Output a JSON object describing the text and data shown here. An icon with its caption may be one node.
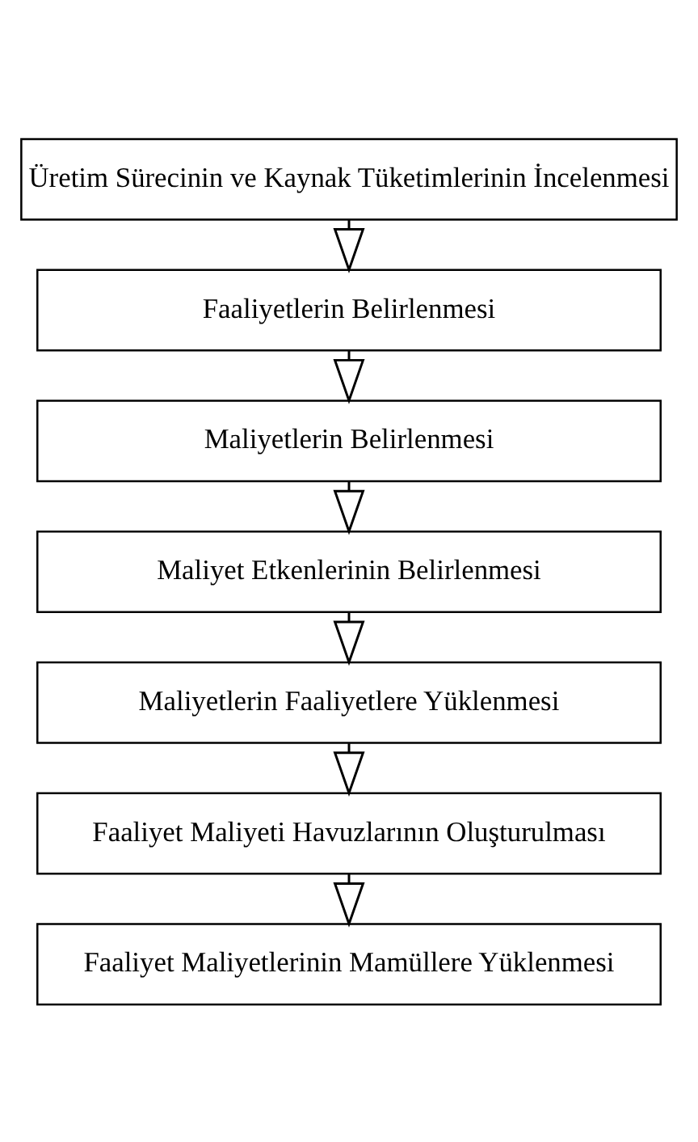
{
  "diagram": {
    "nodes": [
      {
        "text": [
          "Üretim Sürecinin ve Kaynak Tüketimlerinin İncelenmesi"
        ]
      },
      {
        "text": [
          "Faaliyetlerin Belirlenmesi"
        ]
      },
      {
        "text": [
          "Maliyetlerin Belirlenmesi"
        ]
      },
      {
        "text": [
          "Maliyet Etkenlerinin Belirlenmesi"
        ]
      },
      {
        "text": [
          "Maliyetlerin Faaliyetlere Yüklenmesi"
        ]
      },
      {
        "text": [
          "Faaliyet Maliyeti Havuzlarının Oluşturulması"
        ]
      },
      {
        "text": [
          "Faaliyet Maliyetlerinin Mamüllere Yüklenmesi"
        ]
      }
    ],
    "edges": [
      {
        "from": 0,
        "to": 1,
        "arrow": "to"
      },
      {
        "from": 1,
        "to": 2,
        "arrow": "to"
      },
      {
        "from": 2,
        "to": 3,
        "arrow": "to"
      },
      {
        "from": 3,
        "to": 4,
        "arrow": "to"
      },
      {
        "from": 4,
        "to": 5,
        "arrow": "to"
      },
      {
        "from": 5,
        "to": 6,
        "arrow": "to"
      }
    ]
  }
}
